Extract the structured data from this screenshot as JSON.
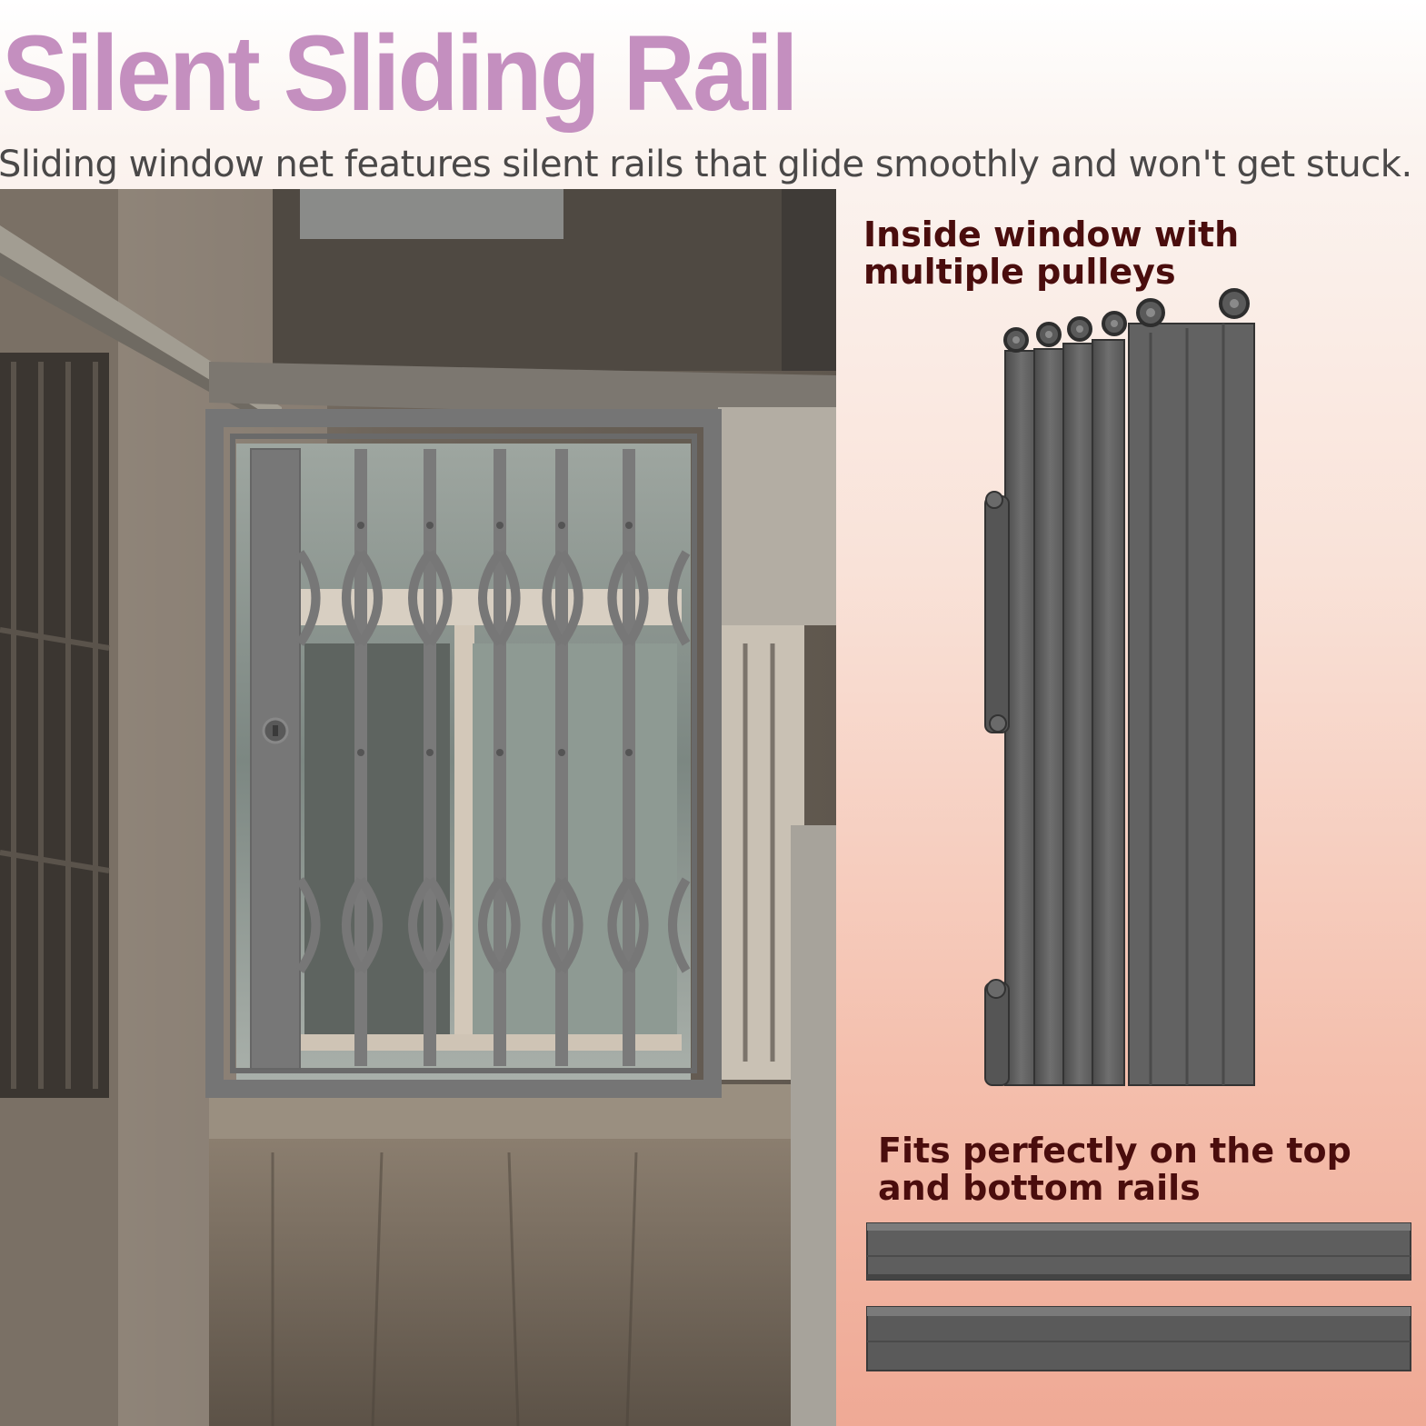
{
  "header": {
    "title": "Silent Sliding Rail",
    "subtitle": "Sliding window net features silent rails that glide smoothly and won't get stuck."
  },
  "features": [
    {
      "heading": "Inside window with multiple pulleys",
      "icon": "pulley-rail-icon"
    },
    {
      "heading": "Fits perfectly on the top and bottom rails",
      "icon": "rail-track-icon"
    }
  ],
  "colors": {
    "title": "#c48fbf",
    "heading": "#4a0d0d",
    "grille": "#737373"
  }
}
